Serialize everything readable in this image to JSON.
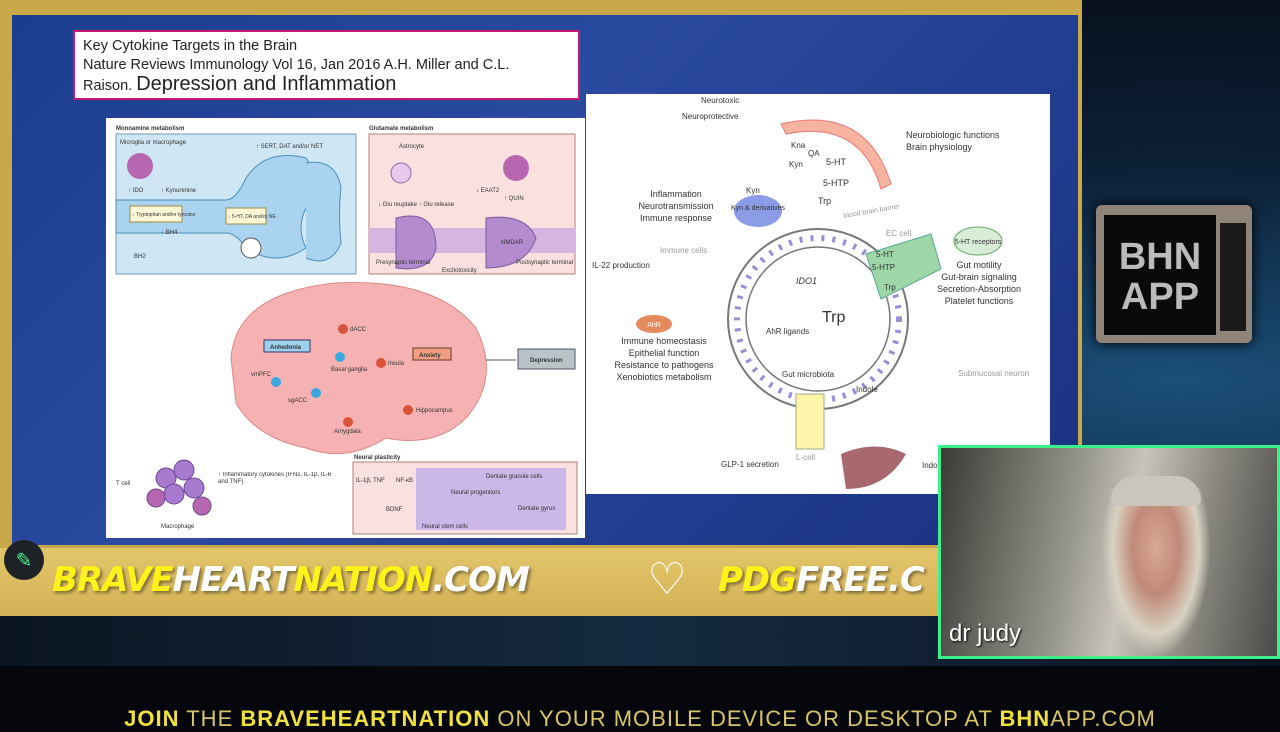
{
  "slide": {
    "title_line1": "Key Cytokine Targets in the Brain",
    "title_line2": "Nature Reviews Immunology Vol 16, Jan 2016 A.H. Miller and C.L.",
    "title_line3a": "Raison.",
    "title_line3b": "Depression and Inflammation",
    "left_figure": {
      "panel_monoamine": "Monoamine metabolism",
      "panel_glutamate": "Glutamate metabolism",
      "panel_plasticity": "Neural plasticity",
      "anhedonia": "Anhedonia",
      "anxiety": "Anxiety",
      "depression": "Depression",
      "dacc": "dACC",
      "insula": "Insula",
      "basal_ganglia": "Basal ganglia",
      "vmpfc": "vmPFC",
      "sgacc": "sgACC",
      "amygdala": "Amygdala",
      "hippocampus": "Hippocampus",
      "microglia": "Microglia or macrophage",
      "ido": "↑ IDO",
      "kynurenine": "↑ Kynurenine",
      "tryptophan": "↓ Tryptophan and/or tyrosine",
      "sht": "↓ 5-HT, DA and/or NE",
      "sert": "↑ SERT, DAT and/or NET",
      "bh4": "↓ BH4",
      "bh2": "BH2",
      "astrocyte": "Astrocyte",
      "eaat2": "↓ EAAT2",
      "glu_reuptake": "↓ Glu reuptake ↑ Glu release",
      "quin": "↑ QUIN",
      "nmdar": "NMDAR",
      "presynaptic": "Presynaptic terminal",
      "postsynaptic": "Postsynaptic terminal",
      "excitotoxicity": "Excitotoxicity",
      "tcell": "T cell",
      "macrophage": "Macrophage",
      "cytokines": "↑ Inflammatory cytokines (IFNs, IL-1β, IL-6 and TNF)",
      "il1b": "IL-1β, TNF",
      "nfkb": "NF-κB",
      "bdnf": "BDNF",
      "dentate_granule": "Dentate granule cells",
      "neural_progenitors": "Neural progenitors",
      "dentate_gyrus": "Dentate gyrus",
      "stem_cells": "Neural stem cells"
    },
    "right_figure": {
      "neurotoxic": "Neurotoxic",
      "neuroprotective": "Neuroprotective",
      "kna": "Kna",
      "qa": "QA",
      "kyn": "Kyn",
      "ht5": "5-HT",
      "htp5": "5-HTP",
      "trp": "Trp",
      "neurobiologic": "Neurobiologic functions",
      "brain_phys": "Brain physiology",
      "inflammation": "Inflammation",
      "neurotransmission": "Neurotransmission",
      "immune_response": "Immune response",
      "kyn_deriv": "Kyn & derivatives",
      "immune_cells": "Immune cells",
      "il22": "IL-22 production",
      "ahr": "AhR",
      "immune_homeo": "Immune homeostasis",
      "epithelial": "Epithelial function",
      "resistance": "Resistance to pathogens",
      "xeno": "Xenobiotics metabolism",
      "ido1": "IDO1",
      "trp_center": "Trp",
      "ahr_ligands": "AhR ligands",
      "gut_microbiota": "Gut microbiota",
      "indole": "Indole",
      "ec_cell": "EC cell",
      "receptors": "5-HT receptors",
      "gut_motility": "Gut motility",
      "gut_brain": "Gut-brain signaling",
      "secretion": "Secretion-Absorption",
      "platelet": "Platelet functions",
      "submucosal": "Submucosal neuron",
      "glp1": "GLP-1 secretion",
      "lcell": "L-cell",
      "indo": "Indo",
      "bbb": "blood brain barrier"
    }
  },
  "banner": {
    "part1": "BRAVE",
    "part2": "HEART",
    "part3": "NATION",
    "part4": ".COM",
    "part5": "PDG",
    "part6": "FREE.C"
  },
  "cube": {
    "line1": "BHN",
    "line2": "APP"
  },
  "camera": {
    "name": "dr judy"
  },
  "ticker": {
    "b1": "JOIN",
    "t1": " THE ",
    "b2": "BRAVEHEARTNATION",
    "t2": " ON YOUR MOBILE DEVICE OR DESKTOP AT ",
    "b3": "BHN",
    "t3": "APP.COM"
  },
  "colors": {
    "gold": "#c9a84a",
    "yellow": "#fff21a",
    "cam_border": "#3ef08a",
    "title_border": "#c8186e"
  }
}
